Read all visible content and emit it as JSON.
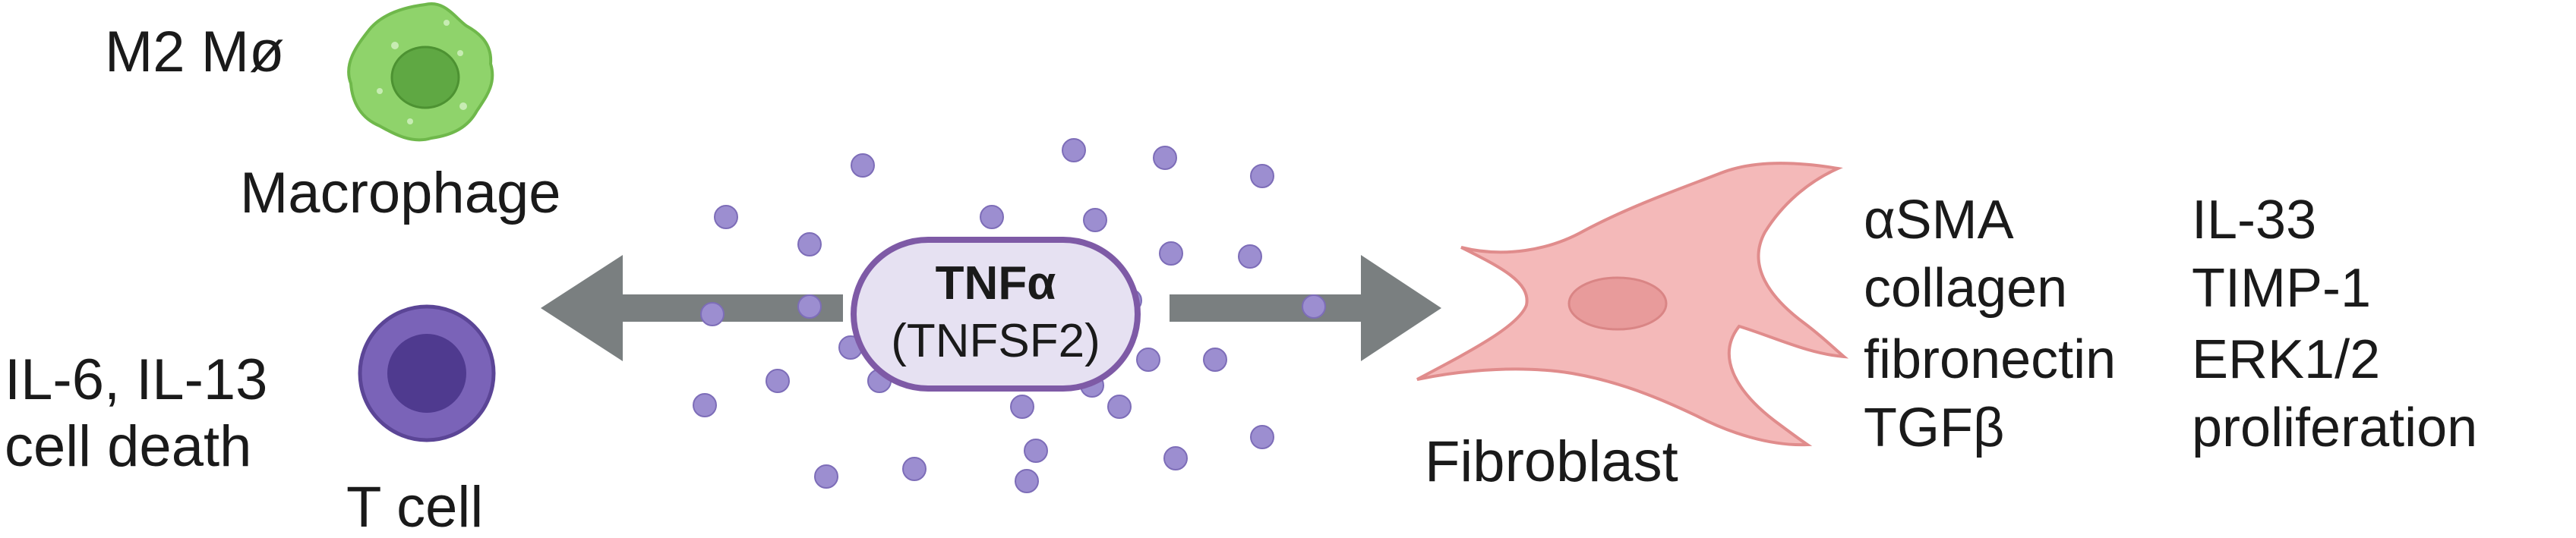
{
  "macrophage": {
    "subtype": "M2 Mø",
    "name": "Macrophage"
  },
  "tcell": {
    "effects": [
      "IL-6, IL-13",
      "cell death"
    ],
    "name": "T cell"
  },
  "center": {
    "title": "TNFα",
    "subtitle": "(TNFSF2)"
  },
  "fibroblast": {
    "name": "Fibroblast",
    "markers_col1": [
      "αSMA",
      "collagen",
      "fibronectin",
      "TGFβ"
    ],
    "markers_col2": [
      "IL-33",
      "TIMP-1",
      "ERK1/2",
      "proliferation"
    ]
  },
  "colors": {
    "macrophage": "#8fd36b",
    "tcell": "#7a63b8",
    "particle": "#9c8ed0",
    "capsule_fill": "#e6e1f2",
    "capsule_stroke": "#7e5aa6",
    "arrow": "#7a7f80",
    "fibroblast": "#f4b9b9"
  }
}
